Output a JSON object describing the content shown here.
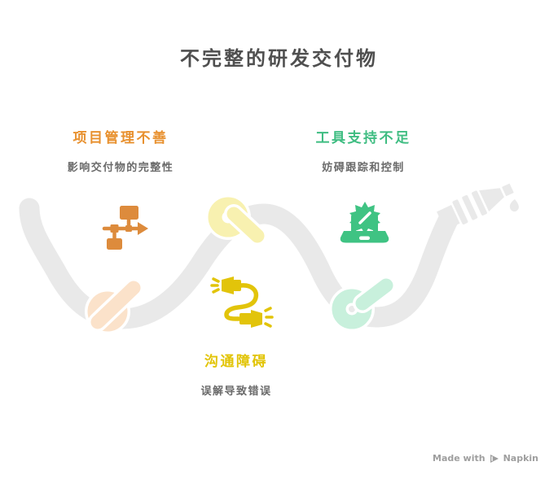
{
  "title": "不完整的研发交付物",
  "sections": [
    {
      "id": "project-management",
      "heading": "项目管理不善",
      "subtitle": "影响交付物的完整性",
      "icon": "flowchart-icon",
      "accent": "#E8912F"
    },
    {
      "id": "tool-support",
      "heading": "工具支持不足",
      "subtitle": "妨碍跟踪和控制",
      "icon": "laptop-gear-icon",
      "accent": "#3FBD82"
    },
    {
      "id": "communication",
      "heading": "沟通障碍",
      "subtitle": "误解导致错误",
      "icon": "disconnected-plug-icon",
      "accent": "#E2C405"
    }
  ],
  "watermark": {
    "made_with": "Made with",
    "brand": "Napkin"
  },
  "colors": {
    "background": "#FFFFFF",
    "title_text": "#4F4F4F",
    "subtitle_text": "#6A6A6A",
    "orange": "#E8912F",
    "green": "#3FBD82",
    "yellow": "#E2C405",
    "icon_orange": "#DD8B3C",
    "icon_green": "#3FC383",
    "icon_yellow": "#E2C40A",
    "rope": "#E9E9E9",
    "knot_peach": "#FBE2CA",
    "knot_yellow": "#F8F1B0",
    "knot_green": "#C8F0DC",
    "watermark": "#9E9E9E"
  }
}
